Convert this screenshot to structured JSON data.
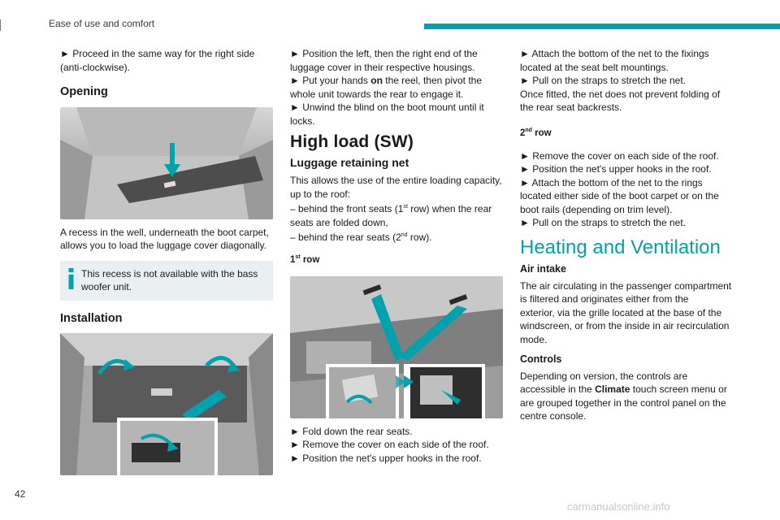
{
  "header": {
    "title": "Ease of use and comfort",
    "accent_color": "#00a3ad"
  },
  "page_number": "42",
  "watermark": "carmanualsonline.info",
  "col1": {
    "intro": [
      "► Proceed in the same way for the right side",
      "(anti-clockwise)."
    ],
    "opening_title": "Opening",
    "opening_caption": [
      "A recess in the well, underneath the boot carpet,",
      "allows you to load the luggage cover diagonally."
    ],
    "info_note": [
      "This recess is not available with the bass",
      "woofer unit."
    ],
    "installation_title": "Installation"
  },
  "col2": {
    "steps": [
      "► Position the left, then the right end of the",
      "luggage cover in their respective housings.",
      "► Put your hands on the reel, then pivot the",
      "whole unit towards the rear to engage it.",
      "► Unwind the blind on the boot mount until it",
      "locks."
    ],
    "high_load_title": "High load (SW)",
    "net_title": "Luggage retaining net",
    "net_text": [
      "This allows the use of the entire loading capacity,",
      "up to the roof:",
      "– behind the front seats (1st row) when the rear",
      "seats are folded down,",
      "– behind the rear seats (2nd row)."
    ],
    "row1_title": "1st row",
    "row1_steps": [
      "► Fold down the rear seats.",
      "► Remove the cover on each side of the roof.",
      "► Position the net's upper hooks in the roof."
    ]
  },
  "col3": {
    "steps": [
      "► Attach the bottom of the net to the fixings",
      "located at the seat belt mountings.",
      "► Pull on the straps to stretch the net.",
      "Once fitted, the net does not prevent folding of",
      "the rear seat backrests."
    ],
    "row2_title": "2nd row",
    "row2_steps": [
      "► Remove the cover on each side of the roof.",
      "► Position the net's upper hooks in the roof.",
      "► Attach the bottom of the net to the rings",
      "located either side of the boot carpet or on the",
      "boot rails (depending on trim level).",
      "► Pull on the straps to stretch the net."
    ],
    "heating_title": "Heating and Ventilation",
    "air_title": "Air intake",
    "air_text": [
      "The air circulating in the passenger compartment",
      "is filtered and originates either from the",
      "exterior, via the grille located at the base of the",
      "windscreen, or from the inside in air recirculation",
      "mode."
    ],
    "controls_title": "Controls",
    "controls_text": [
      "Depending on version, the controls are",
      "accessible in the Climate touch screen menu or",
      "are grouped together in the control panel on the",
      "centre console."
    ]
  }
}
